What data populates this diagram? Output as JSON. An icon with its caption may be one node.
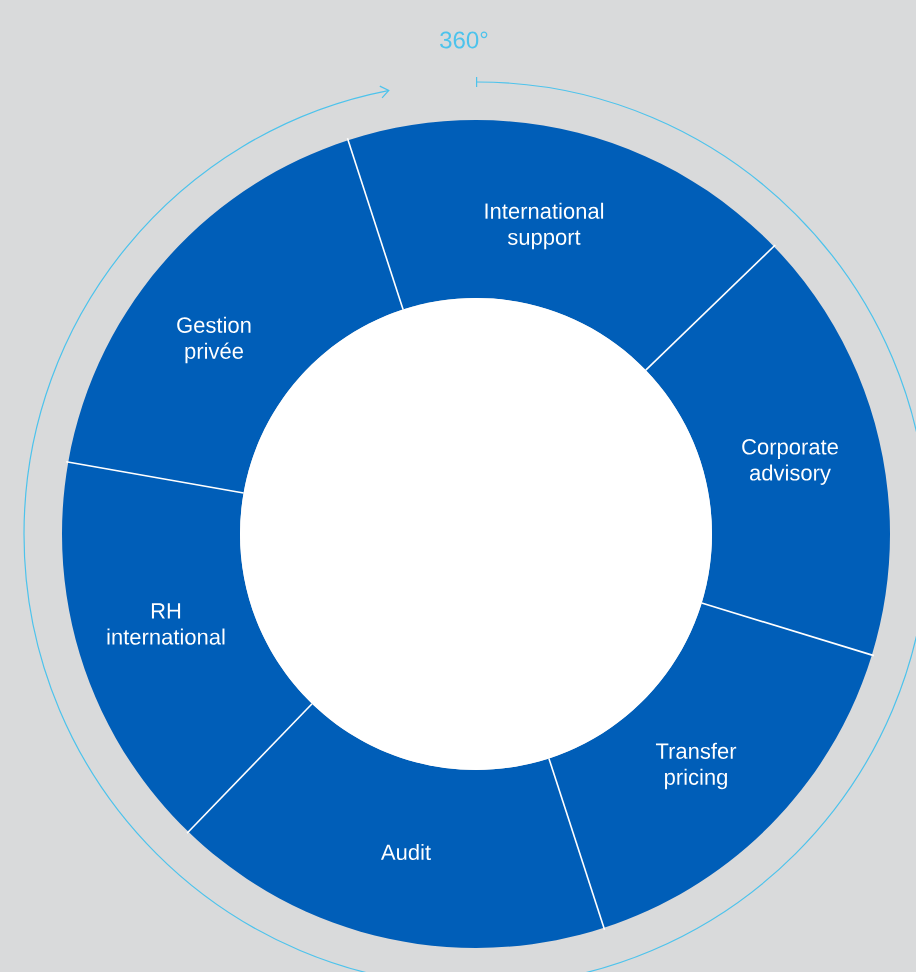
{
  "diagram": {
    "nodes": [
      {
        "text": [
          "International support"
        ]
      },
      {
        "text": [
          "Corporate advisory"
        ]
      },
      {
        "text": [
          "Transfer pricing"
        ]
      },
      {
        "text": [
          "Audit"
        ]
      },
      {
        "text": [
          "RH international"
        ]
      },
      {
        "text": [
          "Gestion privée"
        ]
      },
      {
        "text": [],
        "shape": "circle"
      }
    ],
    "labels": [
      "360°"
    ]
  }
}
